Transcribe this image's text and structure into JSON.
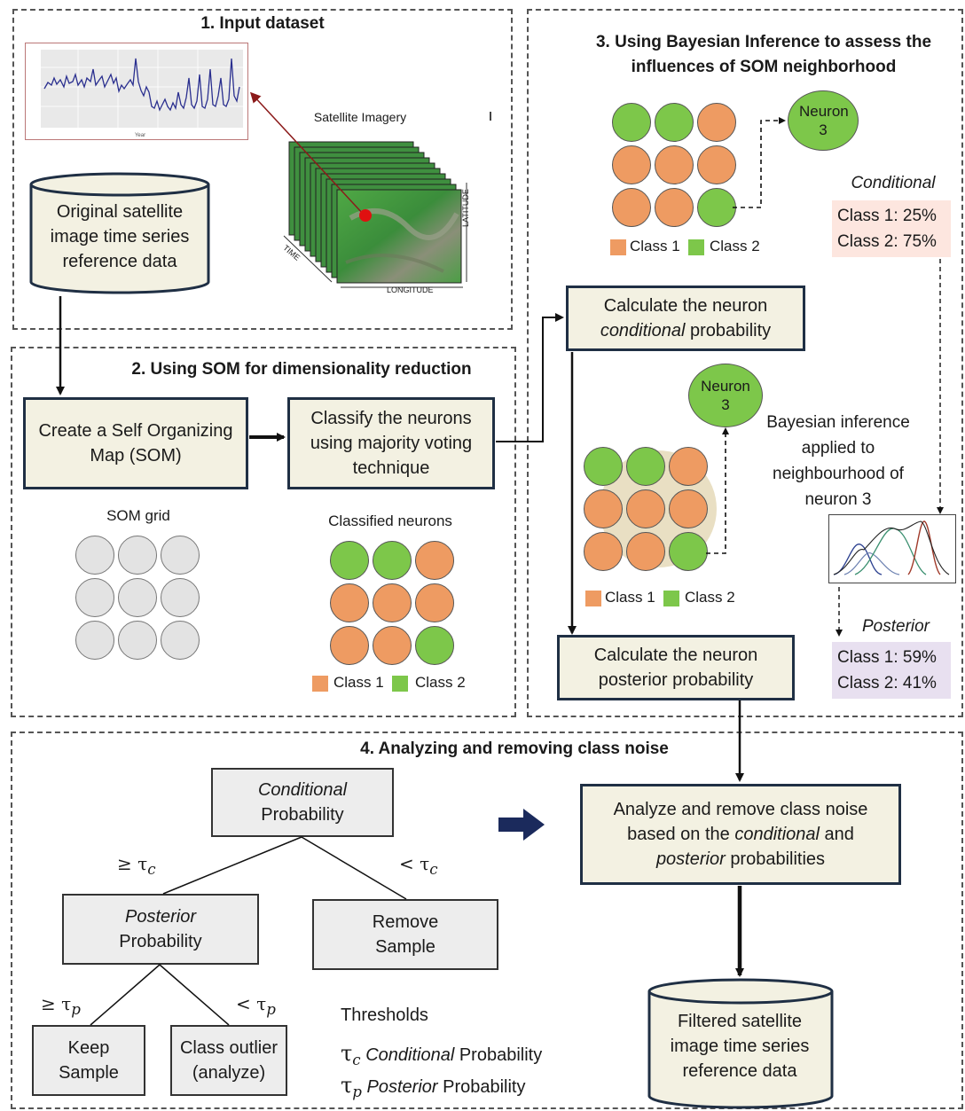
{
  "sections": {
    "s1": {
      "title": "1. Input dataset"
    },
    "s2": {
      "title": "2. Using SOM for dimensionality reduction"
    },
    "s3": {
      "title": "3. Using Bayesian Inference to assess the influences of SOM neighborhood"
    },
    "s4": {
      "title": "4. Analyzing and removing class noise"
    }
  },
  "input": {
    "satellite_label": "Satellite Imagery",
    "latitude": "LATITUDE",
    "longitude": "LONGITUDE",
    "time": "TIME",
    "cylinder_text": "Original satellite image time series reference data"
  },
  "som": {
    "create_box": "Create a Self Organizing Map (SOM)",
    "classify_box": "Classify the neurons using majority voting technique",
    "grid_label": "SOM grid",
    "classified_label": "Classified neurons",
    "legend_class1": "Class 1",
    "legend_class2": "Class 2"
  },
  "bayes": {
    "neuron_label": "Neuron 3",
    "conditional_title": "Conditional",
    "conditional_class1": "Class 1: 25%",
    "conditional_class2": "Class 2: 75%",
    "calc_conditional_pre": "Calculate the neuron",
    "calc_conditional_em": "conditional",
    "calc_conditional_post": "probability",
    "bayes_text": "Bayesian inference applied to neighbourhood of neuron 3",
    "posterior_title": "Posterior",
    "posterior_class1": "Class 1: 59%",
    "posterior_class2": "Class 2: 41%",
    "calc_posterior": "Calculate the neuron posterior probability",
    "legend_class1": "Class 1",
    "legend_class2": "Class 2"
  },
  "noise": {
    "cond_prob_em": "Conditional",
    "cond_prob": "Probability",
    "ge_tc": "≥ τ",
    "lt_tc": "< τ",
    "sub_c": "c",
    "sub_p": "p",
    "post_prob_em": "Posterior",
    "post_prob": "Probability",
    "remove_sample": "Remove Sample",
    "ge_tp": "≥ τ",
    "lt_tp": "< τ",
    "keep_sample": "Keep Sample",
    "class_outlier": "Class outlier (analyze)",
    "thresholds": "Thresholds",
    "tau": "τ",
    "thr_c_em": "Conditional",
    "thr_p_em": "Posterior",
    "thr_prob": "Probability",
    "analyze_pre": "Analyze and remove class noise based on the",
    "analyze_em1": "conditional",
    "analyze_and": "and",
    "analyze_em2": "posterior",
    "analyze_post": "probabilities",
    "filtered_cylinder": "Filtered satellite image time series reference data"
  },
  "colors": {
    "class1": "#ee9b62",
    "class2": "#7dc74a",
    "box_fill": "#f3f1e2",
    "box_border": "#1f2f44",
    "conditional_bg": "#fde6df",
    "posterior_bg": "#e8e0f0",
    "arrow_navy": "#1b2a5c"
  }
}
